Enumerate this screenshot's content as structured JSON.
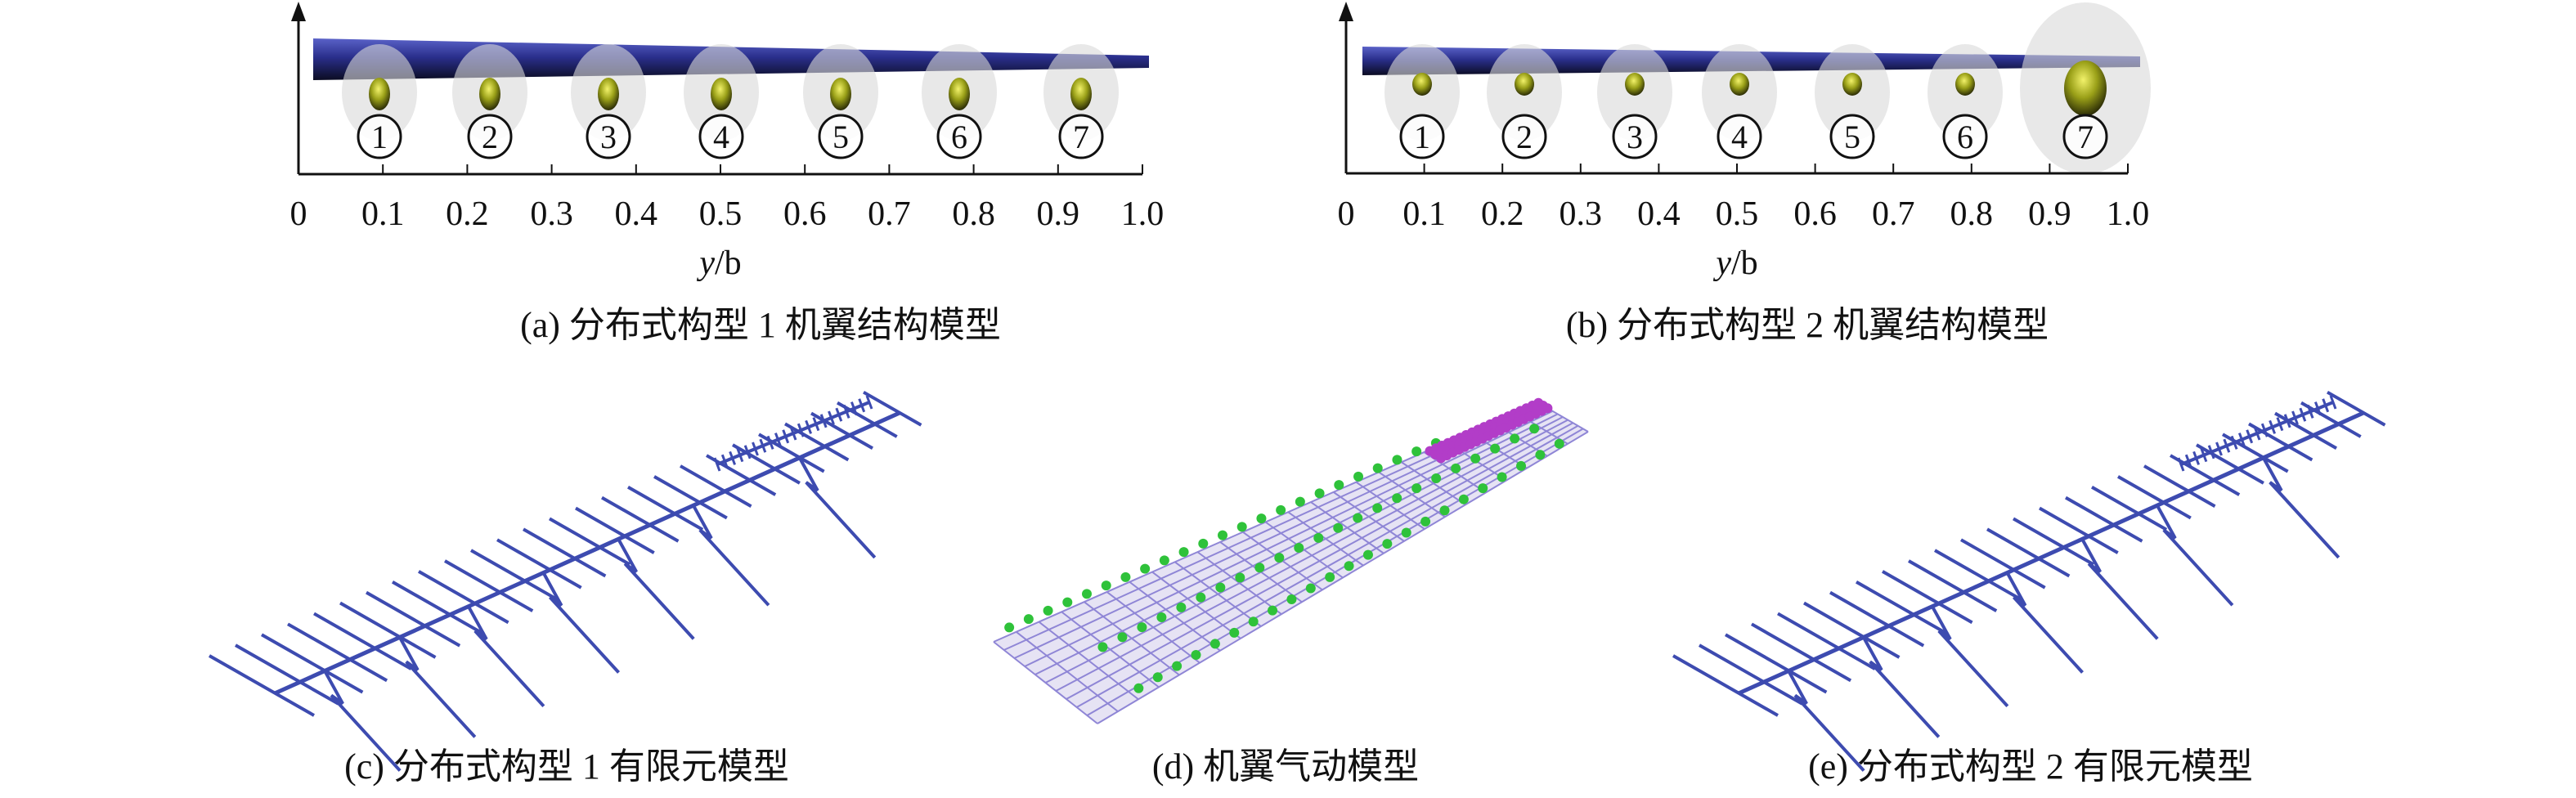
{
  "colors": {
    "wing_beam": "#2a2f8c",
    "mass_ball": "#9aa018",
    "fe_lines": "#3d4bb0",
    "aero_grid": "#8f86d6",
    "aero_panel": "#e6e3f4",
    "aero_points": "#2fc23a",
    "aero_tip_points": "#b23dc8"
  },
  "panel_a": {
    "caption": "(a) 分布式构型 1 机翼结构模型",
    "axis_label_var": "y",
    "axis_label_rest": "/b",
    "ticks": [
      "0",
      "0.1",
      "0.2",
      "0.3",
      "0.4",
      "0.5",
      "0.6",
      "0.7",
      "0.8",
      "0.9",
      "1.0"
    ],
    "markers": [
      "①",
      "②",
      "③",
      "④",
      "⑤",
      "⑥",
      "⑦"
    ]
  },
  "panel_b": {
    "caption": "(b) 分布式构型 2 机翼结构模型",
    "axis_label_var": "y",
    "axis_label_rest": "/b",
    "ticks": [
      "0",
      "0.1",
      "0.2",
      "0.3",
      "0.4",
      "0.5",
      "0.6",
      "0.7",
      "0.8",
      "0.9",
      "1.0"
    ],
    "markers": [
      "①",
      "②",
      "③",
      "④",
      "⑤",
      "⑥",
      "⑦"
    ]
  },
  "panel_c": {
    "caption": "(c) 分布式构型 1 有限元模型"
  },
  "panel_d": {
    "caption": "(d) 机翼气动模型"
  },
  "panel_e": {
    "caption": "(e) 分布式构型 2 有限元模型"
  }
}
